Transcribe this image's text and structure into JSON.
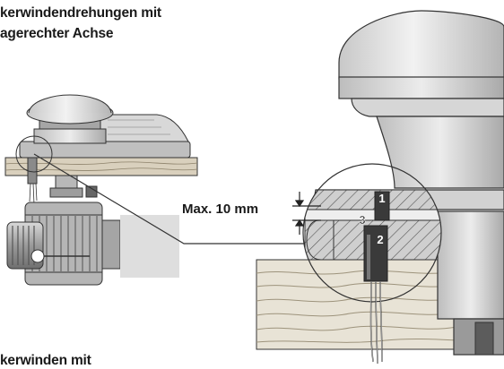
{
  "headings": {
    "line1": "kerwindendrehungen mit",
    "line2": "agerechter Achse",
    "bottom": "kerwinden mit"
  },
  "measurement": {
    "label": "Max. 10 mm"
  },
  "callouts": [
    "1",
    "2",
    "3"
  ]
}
